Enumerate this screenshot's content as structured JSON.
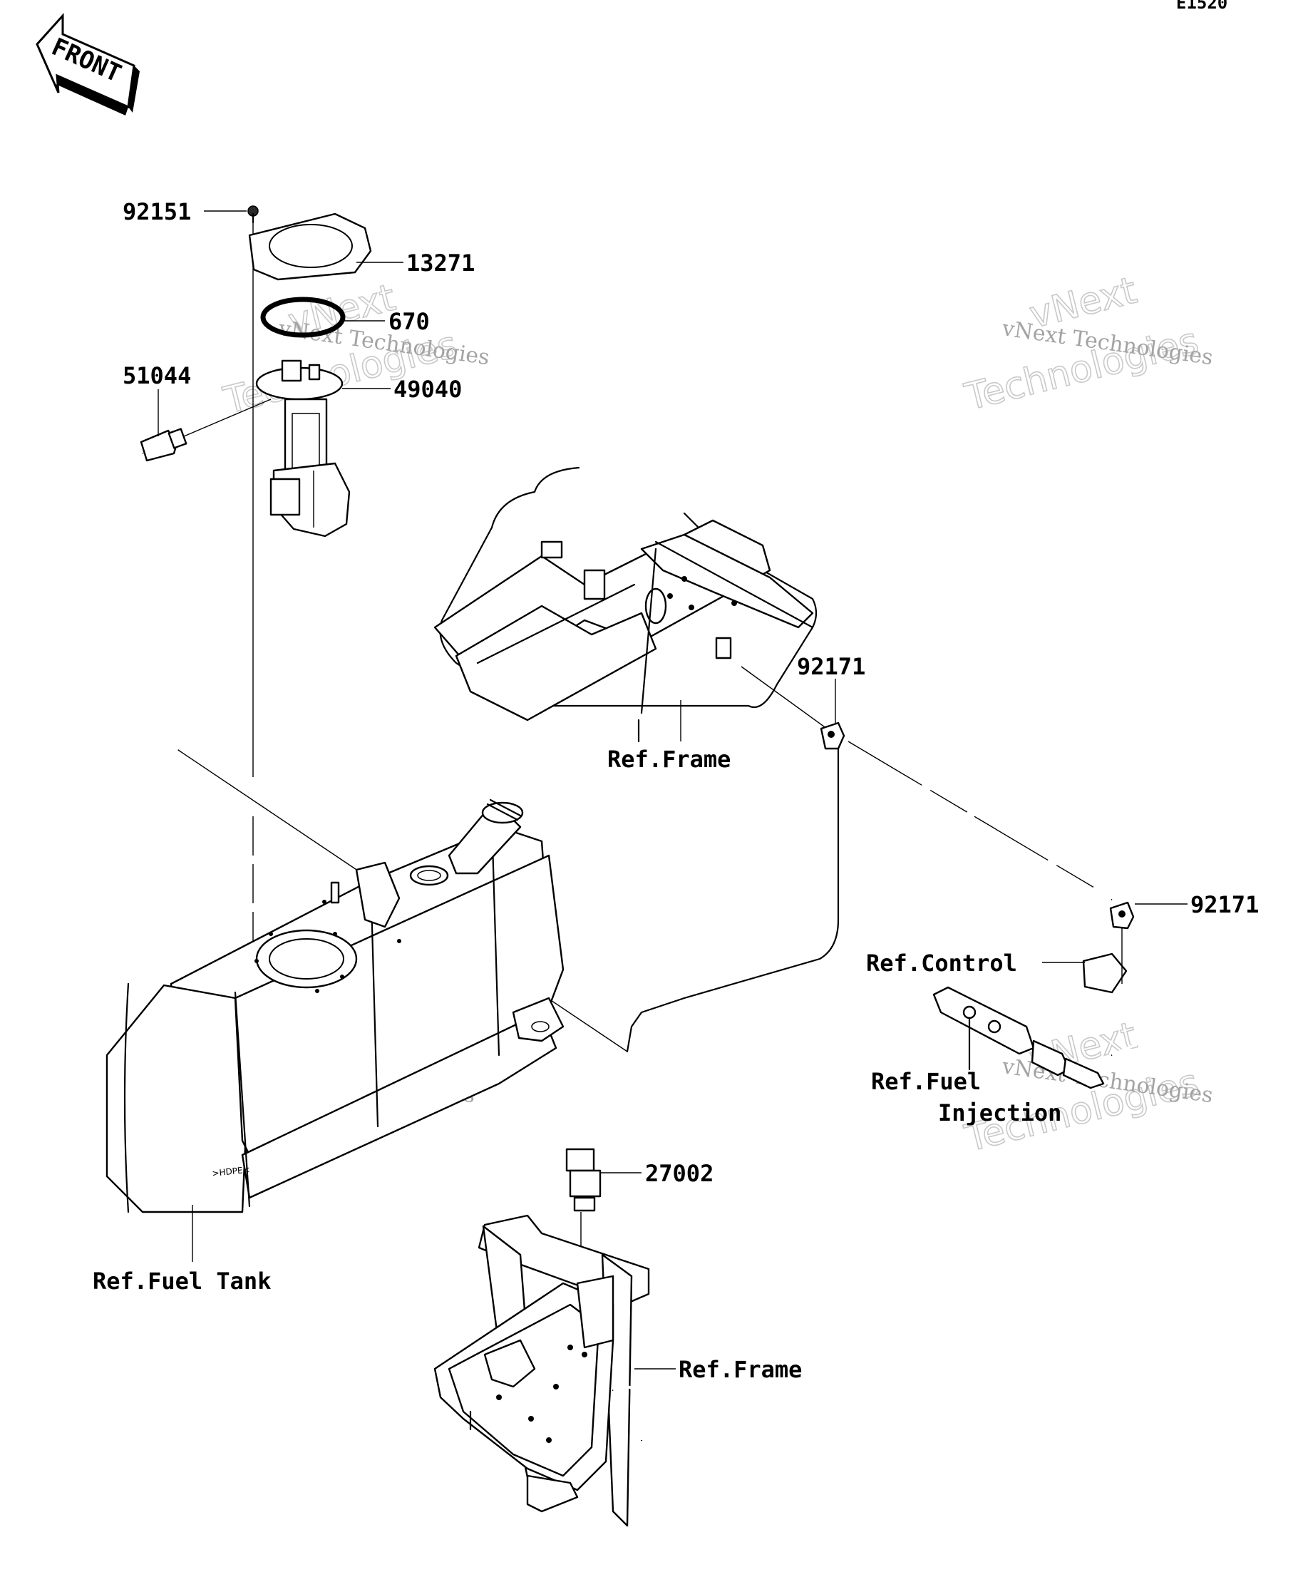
{
  "page_code": "E1520",
  "front_label": "FRONT",
  "watermark": {
    "line1": "vNext Technologies",
    "line2": "vNext",
    "line3": "Technologies"
  },
  "callouts": {
    "p92151": "92151",
    "p13271": "13271",
    "p670": "670",
    "p49040": "49040",
    "p51044": "51044",
    "p92171_a": "92171",
    "p92171_b": "92171",
    "p27002": "27002",
    "ref_frame_top": "Ref.Frame",
    "ref_frame_bottom": "Ref.Frame",
    "ref_control": "Ref.Control",
    "ref_fuel_injection_1": "Ref.Fuel",
    "ref_fuel_injection_2": "Injection",
    "ref_fuel_tank": "Ref.Fuel Tank"
  }
}
